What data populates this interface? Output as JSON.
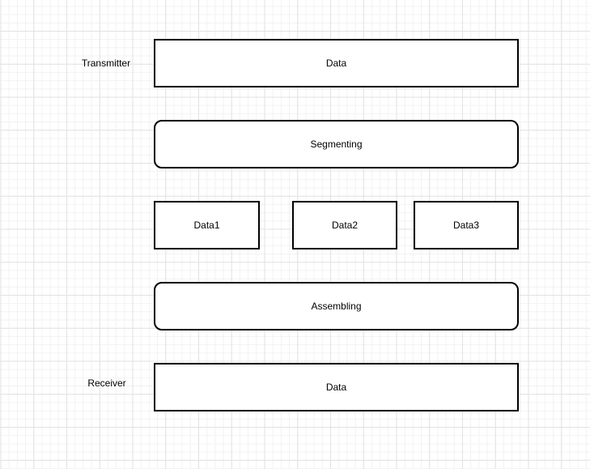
{
  "canvas": {
    "background_color": "#ffffff",
    "grid_minor_color": "#f2f2f2",
    "grid_major_color": "#e2e2e2"
  },
  "diagram": {
    "row_labels": {
      "transmitter": "Transmitter",
      "receiver": "Receiver"
    },
    "nodes": {
      "data_top": "Data",
      "segmenting": "Segmenting",
      "data1": "Data1",
      "data2": "Data2",
      "data3": "Data3",
      "assembling": "Assembling",
      "data_bottom": "Data"
    },
    "style": {
      "shape_stroke_color": "#000000",
      "shape_fill_color": "#ffffff",
      "text_color": "#000000"
    }
  }
}
